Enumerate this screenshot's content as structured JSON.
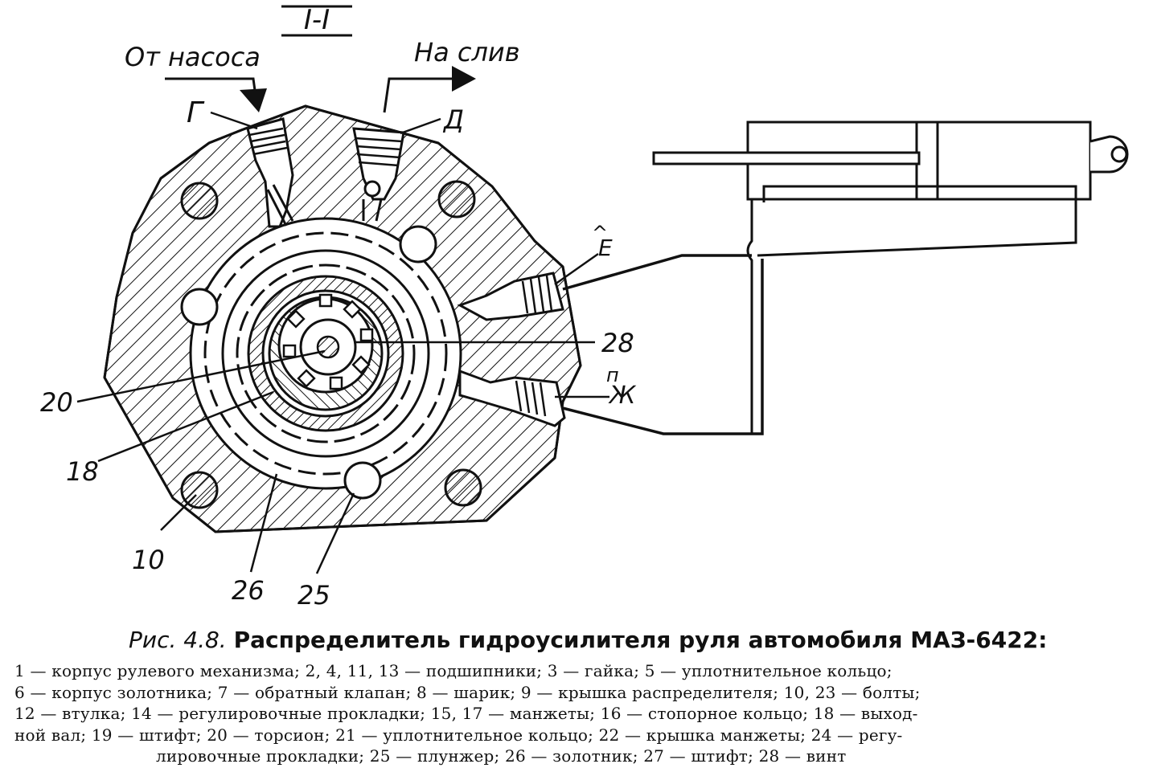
{
  "section_label": "I-I",
  "labels": {
    "from_pump": "От насоса",
    "to_drain": "На слив",
    "port_g": "Г",
    "port_d": "Д",
    "port_e": "Е",
    "port_zh": "Ж",
    "mark_e": "^",
    "mark_zh": "п",
    "n28": "28",
    "n20": "20",
    "n18": "18",
    "n10": "10",
    "n26": "26",
    "n25": "25"
  },
  "caption": {
    "number": "Рис. 4.8.",
    "title": "Распределитель гидроусилителя руля автомобиля МАЗ-6422:"
  },
  "legend": {
    "line1": "1 — корпус рулевого механизма; 2, 4, 11, 13 — подшипники; 3 — гайка; 5 — уплотнительное кольцо;",
    "line2": "6 — корпус золотника; 7 — обратный клапан; 8 — шарик; 9 — крышка распределителя; 10, 23 — болты;",
    "line3": "12 — втулка; 14 — регулировочные прокладки; 15, 17 — манжеты; 16 — стопорное кольцо; 18 — выход-",
    "line4": "ной вал; 19 — штифт; 20 — торсион; 21 — уплотнительное кольцо; 22 — крышка манжеты; 24 — регу-",
    "line5": "лировочные прокладки; 25 — плунжер; 26 — золотник; 27 — штифт; 28 — винт"
  }
}
